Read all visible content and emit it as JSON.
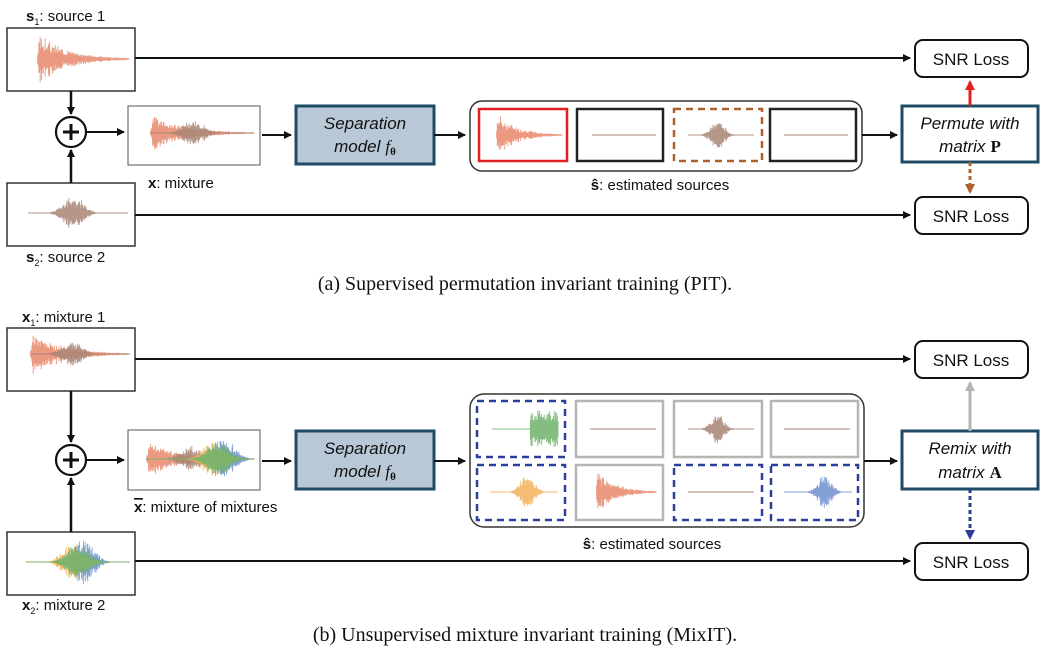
{
  "pit": {
    "source1_label": ": source 1",
    "source1_sym": "s",
    "source1_sub": "1",
    "source2_label": ": source 2",
    "source2_sym": "s",
    "source2_sub": "2",
    "mixture_sym": "x",
    "mixture_label": ": mixture",
    "model_line1": "Separation",
    "model_line2": "model",
    "model_sym": "f",
    "model_sub": "θ",
    "estimated_sym": "ŝ",
    "estimated_label": ": estimated sources",
    "loss_top": "SNR Loss",
    "loss_bottom": "SNR Loss",
    "permute_line1": "Permute with",
    "permute_line2": "matrix",
    "permute_sym": "P",
    "caption": "(a) Supervised permutation invariant training (PIT)."
  },
  "mixit": {
    "mix1_sym": "x",
    "mix1_sub": "1",
    "mix1_label": ": mixture 1",
    "mix2_sym": "x",
    "mix2_sub": "2",
    "mix2_label": ": mixture 2",
    "mom_sym": "x",
    "mom_label": ": mixture of mixtures",
    "model_line1": "Separation",
    "model_line2": "model",
    "model_sym": "f",
    "model_sub": "θ",
    "estimated_sym": "ŝ",
    "estimated_label": ": estimated sources",
    "loss_top": "SNR Loss",
    "loss_bottom": "SNR Loss",
    "remix_line1": "Remix with",
    "remix_line2": "matrix",
    "remix_sym": "A",
    "caption": "(b) Unsupervised mixture invariant training (MixIT)."
  },
  "colors": {
    "orange": "#e8876a",
    "brown": "#a88575",
    "green": "#6db36a",
    "blue": "#6f8fd0",
    "yellow": "#f2b25a",
    "red": "#e02020",
    "dash_brown": "#b0602a",
    "dash_blue": "#2a3f9a",
    "gray": "#b5b5b5",
    "model_fill": "#b9c8d6",
    "model_stroke": "#1f4a66"
  }
}
